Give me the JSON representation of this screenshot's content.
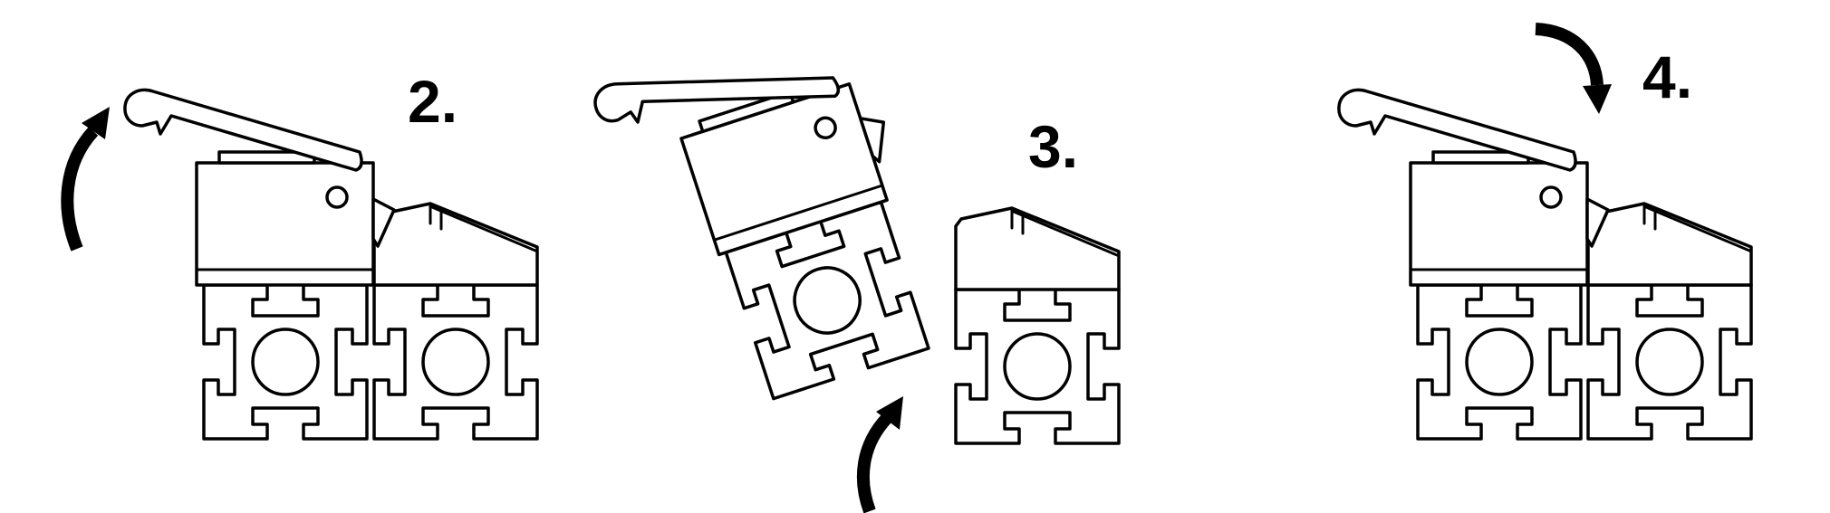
{
  "diagram": {
    "colors": {
      "background": "#ffffff",
      "line": "#000000"
    },
    "panels": [
      {
        "step_label": "2.",
        "arrow_icon": "curved-arrow-up"
      },
      {
        "step_label": "3.",
        "arrow_icon": "curved-arrow-up"
      },
      {
        "step_label": "4.",
        "arrow_icon": "curved-arrow-down"
      }
    ]
  }
}
